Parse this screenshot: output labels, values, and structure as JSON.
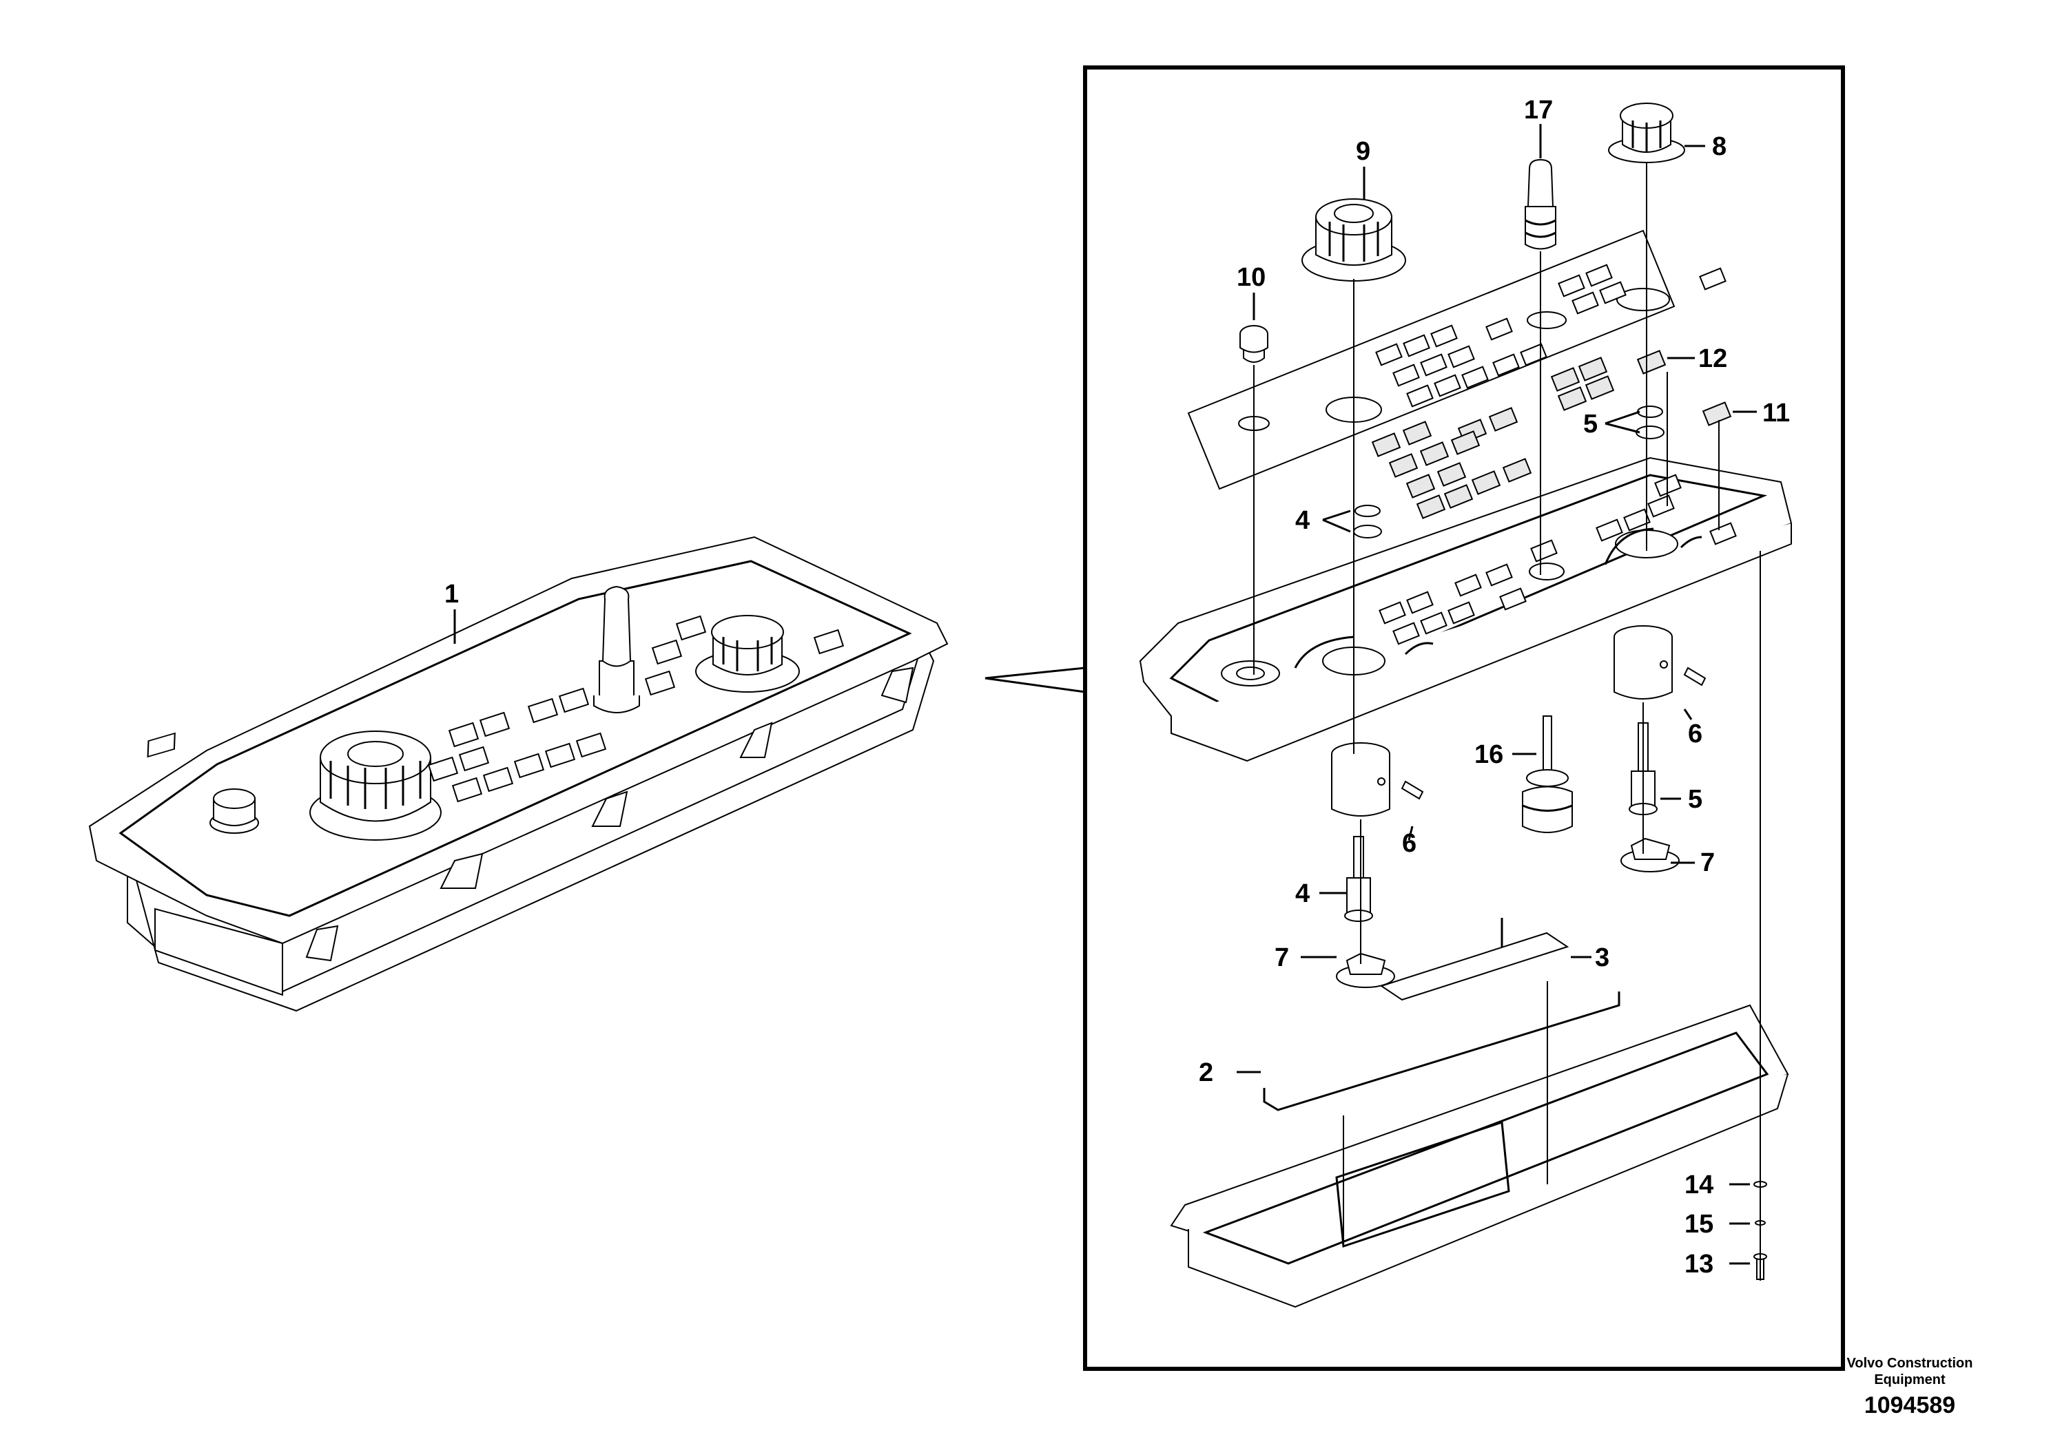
{
  "callouts": {
    "c1": "1",
    "c2": "2",
    "c3": "3",
    "c4a": "4",
    "c4b": "4",
    "c5a": "5",
    "c5b": "5",
    "c6a": "6",
    "c6b": "6",
    "c7a": "7",
    "c7b": "7",
    "c8": "8",
    "c9": "9",
    "c10": "10",
    "c11": "11",
    "c12": "12",
    "c13": "13",
    "c14": "14",
    "c15": "15",
    "c16": "16",
    "c17": "17"
  },
  "footer": {
    "company_line1": "Volvo Construction",
    "company_line2": "Equipment",
    "doc_number": "1094589"
  }
}
